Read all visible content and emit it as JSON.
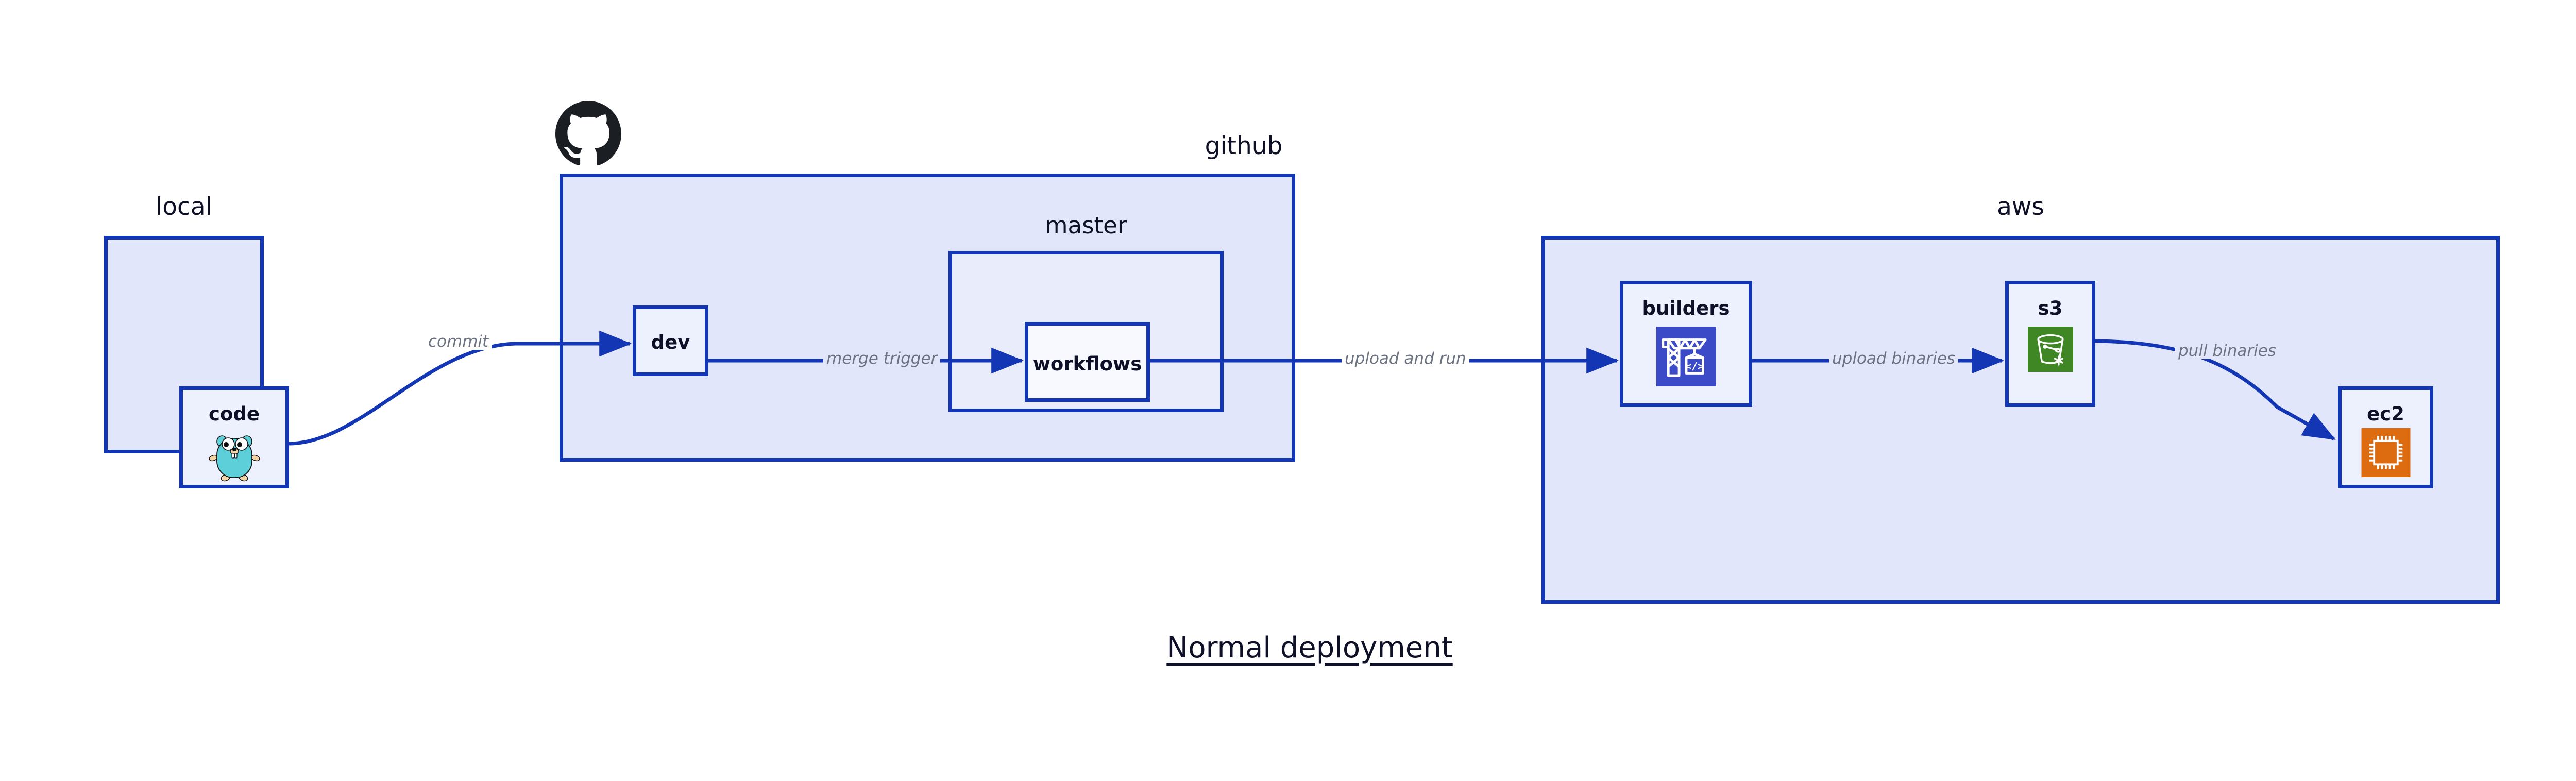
{
  "title": "Normal deployment",
  "colors": {
    "border": "#1336b5",
    "group_fill": "#e2e6fa",
    "subgroup_fill": "#e9edfb",
    "node_fill": "#edf1fd",
    "text": "#0d1026",
    "edge_label": "#6b7280",
    "arrow": "#1336b5",
    "builders_icon_bg": "#3b4bc8",
    "s3_icon_bg": "#3f8624",
    "ec2_icon_bg": "#dd6b10",
    "gopher_body": "#5ccfd8",
    "github_logo": "#1b1f23"
  },
  "groups": [
    {
      "id": "local",
      "label": "local"
    },
    {
      "id": "github",
      "label": "github"
    },
    {
      "id": "aws",
      "label": "aws"
    }
  ],
  "subgroups": [
    {
      "id": "master",
      "label": "master",
      "parent": "github"
    }
  ],
  "nodes": [
    {
      "id": "code",
      "label": "code",
      "icon": "go-gopher-icon",
      "parent": "local"
    },
    {
      "id": "dev",
      "label": "dev",
      "icon": null,
      "parent": "github"
    },
    {
      "id": "workflows",
      "label": "workflows",
      "icon": null,
      "parent": "master"
    },
    {
      "id": "builders",
      "label": "builders",
      "icon": "crane-code-icon",
      "parent": "aws"
    },
    {
      "id": "s3",
      "label": "s3",
      "icon": "s3-bucket-icon",
      "parent": "aws"
    },
    {
      "id": "ec2",
      "label": "ec2",
      "icon": "cpu-chip-icon",
      "parent": "aws"
    }
  ],
  "edges": [
    {
      "id": "commit",
      "from": "code",
      "to": "dev",
      "label": "commit"
    },
    {
      "id": "merge-trigger",
      "from": "dev",
      "to": "workflows",
      "label": "merge trigger"
    },
    {
      "id": "upload-and-run",
      "from": "workflows",
      "to": "builders",
      "label": "upload and run"
    },
    {
      "id": "upload-binaries",
      "from": "builders",
      "to": "s3",
      "label": "upload binaries"
    },
    {
      "id": "pull-binaries",
      "from": "s3",
      "to": "ec2",
      "label": "pull binaries"
    }
  ],
  "logos": [
    {
      "id": "github-logo",
      "name": "github-octocat-logo"
    }
  ]
}
